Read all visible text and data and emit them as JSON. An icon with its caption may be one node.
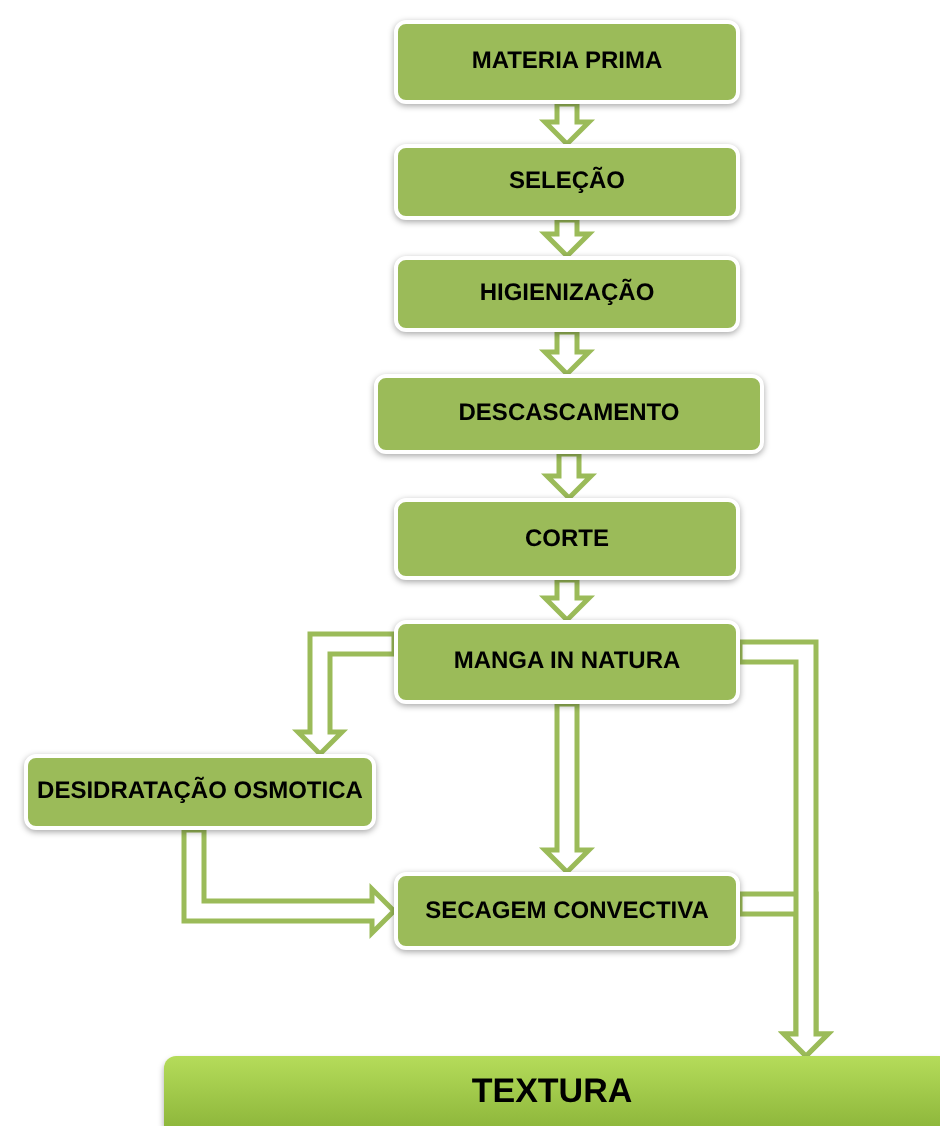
{
  "diagram": {
    "nodes": [
      {
        "text": [
          "MATERIA PRIMA"
        ]
      },
      {
        "text": [
          "SELEÇÃO"
        ]
      },
      {
        "text": [
          "HIGIENIZAÇÃO"
        ]
      },
      {
        "text": [
          "DESCASCAMENTO"
        ]
      },
      {
        "text": [
          "CORTE"
        ]
      },
      {
        "text": [
          "MANGA IN NATURA"
        ]
      },
      {
        "text": [
          "DESIDRATAÇÃO OSMOTICA"
        ]
      },
      {
        "text": [
          "SECAGEM CONVECTIVA"
        ]
      },
      {
        "text": [
          "TEXTURA"
        ]
      }
    ],
    "edges": [
      {
        "from": 0,
        "to": 1,
        "arrow": "to"
      },
      {
        "from": 1,
        "to": 2,
        "arrow": "to"
      },
      {
        "from": 2,
        "to": 3,
        "arrow": "to"
      },
      {
        "from": 3,
        "to": 4,
        "arrow": "to"
      },
      {
        "from": 4,
        "to": 5,
        "arrow": "to"
      },
      {
        "from": 5,
        "to": 6,
        "arrow": "to"
      },
      {
        "from": 5,
        "to": 7,
        "arrow": "to"
      },
      {
        "from": 6,
        "to": 7,
        "arrow": "to"
      },
      {
        "from": 7,
        "to": 8,
        "arrow": "to"
      },
      {
        "from": 5,
        "to": 8,
        "arrow": "to"
      }
    ]
  }
}
